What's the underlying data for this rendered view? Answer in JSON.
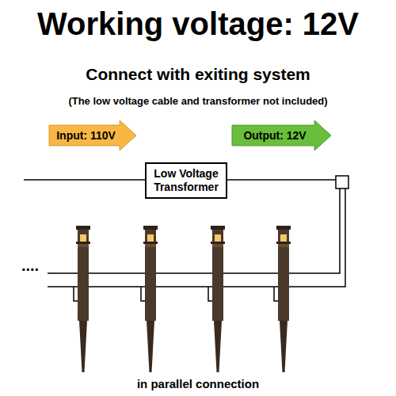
{
  "diagram": {
    "title": "Working voltage: 12V",
    "caption": "in parallel connection",
    "nodes": [
      {
        "text": [
          "Input: 110V"
        ]
      },
      {
        "text": [
          "Low Voltage Transformer"
        ]
      },
      {
        "text": [
          "Output: 12V"
        ]
      }
    ],
    "labels": [
      "Connect with exiting system",
      "(The low voltage cable and transformer not included)",
      "...."
    ]
  }
}
